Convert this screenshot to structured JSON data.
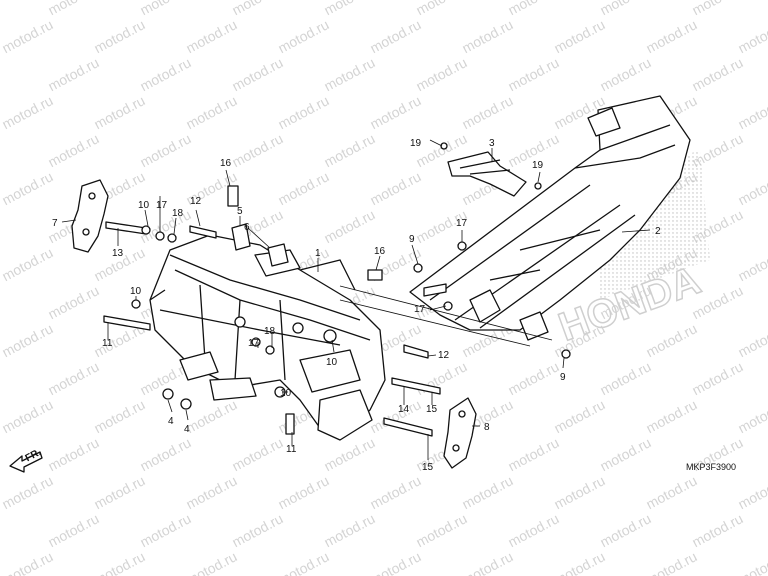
{
  "watermark": {
    "text": "motod.ru"
  },
  "diagram_code": "MKP3F3900",
  "front_marker": {
    "label": "FR."
  },
  "brand_mark": {
    "text": "HONDA"
  },
  "callouts": {
    "c1": "1",
    "c2": "2",
    "c3": "3",
    "c4a": "4",
    "c4b": "4",
    "c5": "5",
    "c6": "6",
    "c7": "7",
    "c8": "8",
    "c9a": "9",
    "c9b": "9",
    "c10a": "10",
    "c10b": "10",
    "c10c": "10",
    "c10d": "10",
    "c11a": "11",
    "c11b": "11",
    "c12a": "12",
    "c12b": "12",
    "c13": "13",
    "c14": "14",
    "c15a": "15",
    "c15b": "15",
    "c16a": "16",
    "c16b": "16",
    "c17a": "17",
    "c17b": "17",
    "c17c": "17",
    "c17d": "17",
    "c18a": "18",
    "c18b": "18",
    "c19a": "19",
    "c19b": "19"
  }
}
